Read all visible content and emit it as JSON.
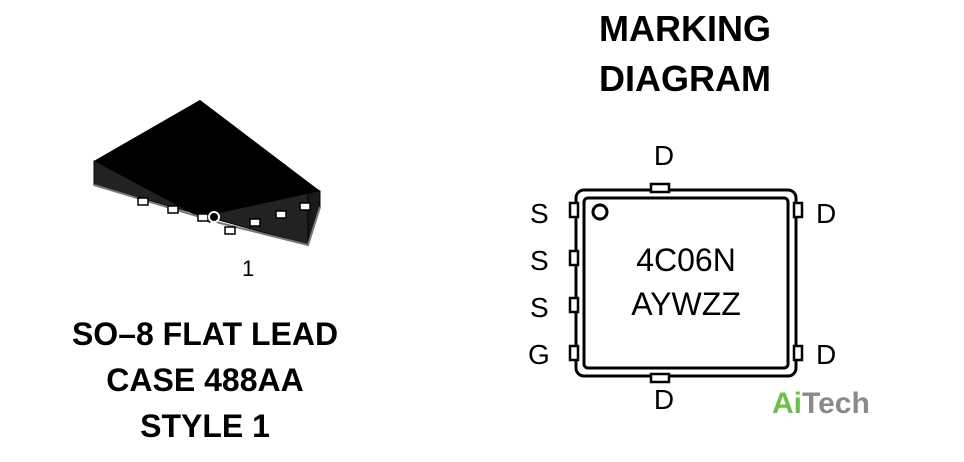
{
  "package": {
    "pin1_label": "1",
    "caption_line1": "SO–8 FLAT LEAD",
    "caption_line2": "CASE 488AA",
    "caption_line3": "STYLE 1"
  },
  "marking": {
    "title_line1": "MARKING",
    "title_line2": "DIAGRAM",
    "code_line1": "4C06N",
    "code_line2": "AYWZZ",
    "pins": {
      "top": "D",
      "bottom": "D",
      "left": [
        "S",
        "S",
        "S",
        "G"
      ],
      "right_top": "D",
      "right_bottom": "D"
    }
  },
  "watermark": {
    "part1": "Ai",
    "part2": "Tech",
    "color1": "#6cc04a",
    "color2": "#8a8a8a"
  }
}
